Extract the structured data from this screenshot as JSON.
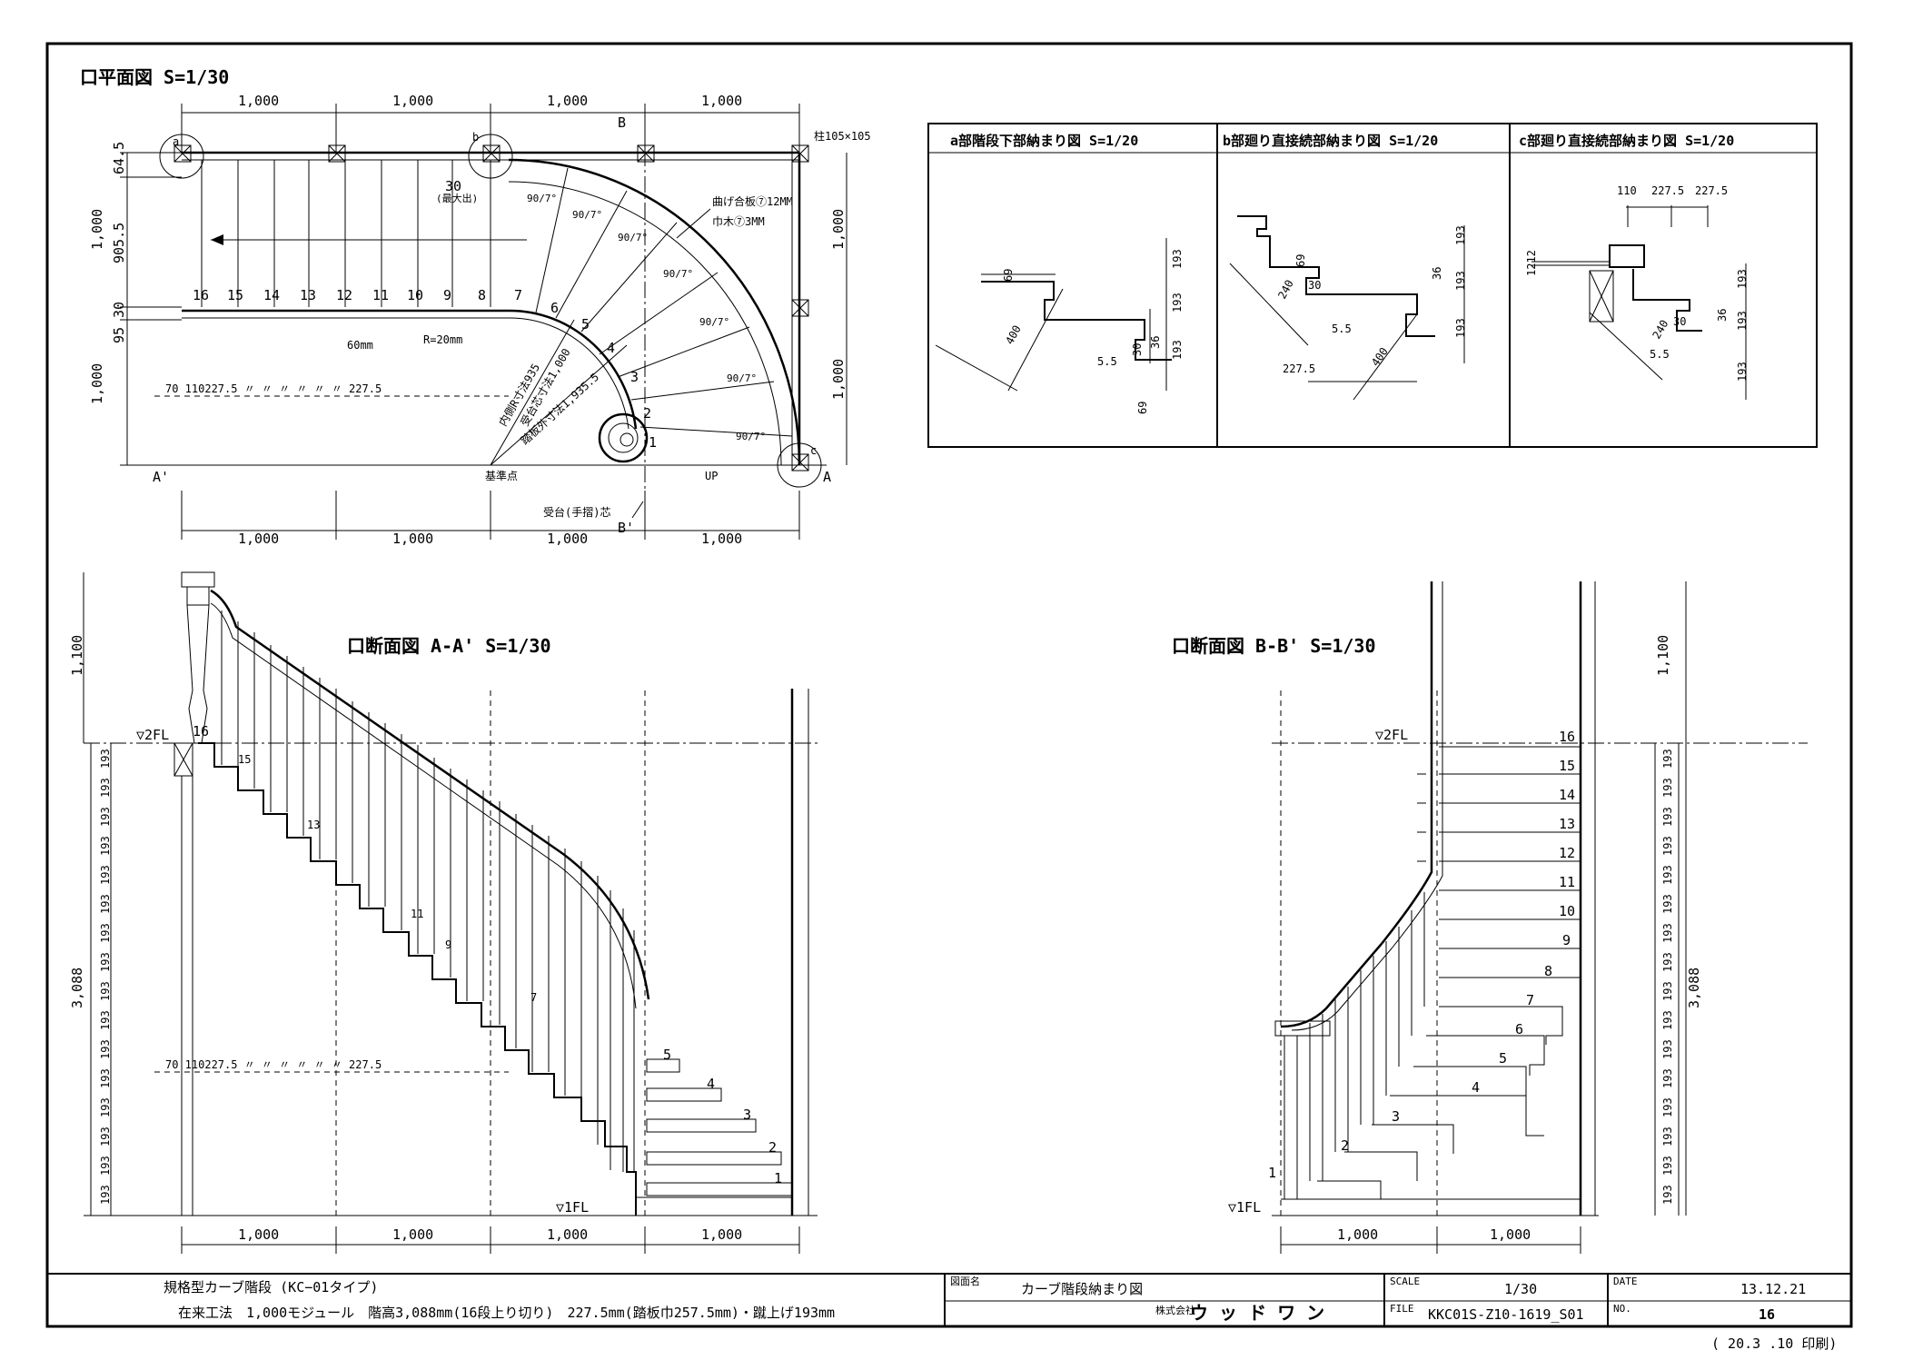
{
  "plan": {
    "title": "口平面図 S=1/30",
    "top_dims": [
      "1,000",
      "1,000",
      "1,000",
      "1,000"
    ],
    "bottom_dims": [
      "1,000",
      "1,000",
      "1,000",
      "1,000"
    ],
    "left_dims": [
      "64.5",
      "905.5",
      "1,000",
      "30",
      "95",
      "1,000"
    ],
    "right_dims": [
      "1,000",
      "1,000"
    ],
    "post_label": "柱105×105",
    "bend_label": "曲げ合板⑦12MM",
    "edge_label": "巾木⑦3MM",
    "r_label": "R=20mm",
    "mm_label": "60mm",
    "inner_r": "内側R寸法935",
    "center_r": "受台芯寸法1,000",
    "outer_r": "踏板外寸法1,935.5",
    "base_point": "基準点",
    "up": "UP",
    "handrail_center": "受台(手摺)芯",
    "top_note": "30",
    "top_note2": "(最大出)",
    "angle": "90/7°",
    "tread_dims": "70  110227.5  〃  〃  〃  〃  〃  〃  227.5",
    "step_numbers": [
      "16",
      "15",
      "14",
      "13",
      "12",
      "11",
      "10",
      "9",
      "8",
      "7",
      "6",
      "5",
      "4",
      "3",
      "2",
      "1"
    ],
    "section_markers": [
      "A",
      "A'",
      "B",
      "B'",
      "a",
      "b",
      "c"
    ]
  },
  "details": {
    "a_title": "a部階段下部納まり図 S=1/20",
    "b_title": "b部廻り直接続部納まり図 S=1/20",
    "c_title": "c部廻り直接続部納まり図 S=1/20",
    "a_dims": [
      "69",
      "400",
      "5.5",
      "30",
      "36",
      "193",
      "193",
      "193",
      "69"
    ],
    "b_dims": [
      "69",
      "240",
      "30",
      "5.5",
      "227.5",
      "400",
      "36",
      "193",
      "193",
      "193"
    ],
    "c_dims": [
      "110",
      "227.5",
      "227.5",
      "1212",
      "240",
      "5.5",
      "30",
      "36",
      "193",
      "193",
      "193"
    ]
  },
  "section_aa": {
    "title": "口断面図 A-A' S=1/30",
    "fl2": "▽2FL",
    "fl1": "▽1FL",
    "height_total": "3,088",
    "handrail_height": "1,100",
    "riser": "193",
    "bottom_dims": [
      "1,000",
      "1,000",
      "1,000",
      "1,000"
    ],
    "tread_dims": "70  110227.5  〃  〃  〃  〃  〃  〃  227.5"
  },
  "section_bb": {
    "title": "口断面図 B-B' S=1/30",
    "fl2": "▽2FL",
    "fl1": "▽1FL",
    "height_total": "3,088",
    "handrail_height": "1,100",
    "riser": "193",
    "bottom_dims": [
      "1,000",
      "1,000"
    ]
  },
  "title_block": {
    "product": "規格型カーブ階段 (KC−01タイプ)",
    "spec": "在来工法　1,000モジュール　階高3,088mm(16段上り切り)　227.5mm(踏板巾257.5mm)・蹴上げ193mm",
    "drawing_name_label": "図面名",
    "drawing_name": "カーブ階段納まり図",
    "company_label": "株式会社",
    "company": "ウ ッ ド ワ ン",
    "scale_label": "SCALE",
    "scale": "1/30",
    "file_label": "FILE",
    "file": "KKC01S-Z10-1619_S01",
    "date_label": "DATE",
    "date": "13.12.21",
    "no_label": "NO.",
    "no": "16",
    "print_note": "( 20.3 .10 印刷)"
  }
}
